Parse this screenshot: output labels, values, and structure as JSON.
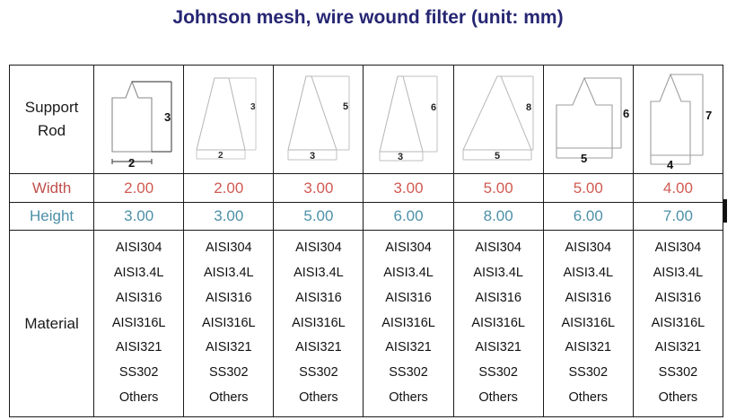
{
  "title": "Johnson mesh, wire wound filter (unit: mm)",
  "table": {
    "row_labels": {
      "support_rod_line1": "Support",
      "support_rod_line2": "Rod",
      "width": "Width",
      "height": "Height",
      "material": "Material"
    },
    "colors": {
      "title": "#262673",
      "width_label": "#c0504d",
      "height_label": "#4d90a8",
      "width_value": "#d05a52",
      "height_value": "#4d90a8",
      "border": "#1a1a1a",
      "drawing_line": "#8a8a8a",
      "dimension_text": "#111111"
    },
    "columns": [
      {
        "index": 1,
        "shape": "notched-rectangle",
        "dim_width_label": "2",
        "dim_height_label": "3",
        "width": "2.00",
        "height": "3.00"
      },
      {
        "index": 2,
        "shape": "trapezoid",
        "dim_width_label": "2",
        "dim_height_label": "3",
        "width": "2.00",
        "height": "3.00"
      },
      {
        "index": 3,
        "shape": "trapezoid",
        "dim_width_label": "3",
        "dim_height_label": "5",
        "width": "3.00",
        "height": "5.00"
      },
      {
        "index": 4,
        "shape": "trapezoid",
        "dim_width_label": "3",
        "dim_height_label": "6",
        "width": "3.00",
        "height": "6.00"
      },
      {
        "index": 5,
        "shape": "triangle",
        "dim_width_label": "5",
        "dim_height_label": "8",
        "width": "5.00",
        "height": "8.00"
      },
      {
        "index": 6,
        "shape": "peaked-rectangle-wide",
        "dim_width_label": "5",
        "dim_height_label": "6",
        "width": "5.00",
        "height": "6.00"
      },
      {
        "index": 7,
        "shape": "peaked-rectangle-tall",
        "dim_width_label": "4",
        "dim_height_label": "7",
        "width": "4.00",
        "height": "7.00"
      }
    ],
    "materials": [
      "AISI304",
      "AISI3.4L",
      "AISI316",
      "AISI316L",
      "AISI321",
      "SS302",
      "Others"
    ]
  }
}
